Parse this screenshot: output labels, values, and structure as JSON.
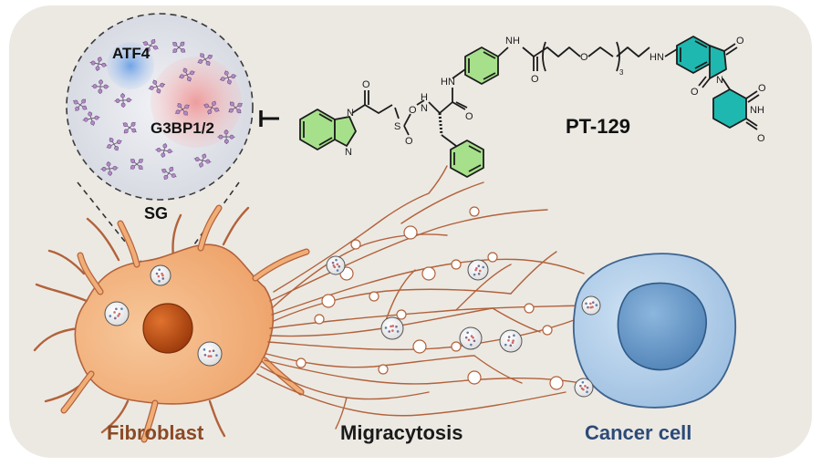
{
  "zoom_labels": {
    "atf4": "ATF4",
    "g3bp": "G3BP1/2",
    "sg": "SG"
  },
  "compound": {
    "name": "PT-129",
    "atoms": {
      "nh_top": "NH",
      "o_carbonyl_top": "O",
      "o_ether": "O",
      "repeat": "3",
      "hn_linker": "HN",
      "o_imide_top": "O",
      "o_imide_bottom": "O",
      "n_imide": "N",
      "o_glut_top": "O",
      "nh_glut": "NH",
      "o_glut_bottom": "O",
      "hn_amide": "HN",
      "o_amide": "O",
      "h_sulfonamide": "H",
      "n_sulfonamide": "N",
      "s": "S",
      "o_s_top": "O",
      "o_s_bottom": "O",
      "o_ketone": "O",
      "n_indazole_1": "N",
      "n_indazole_2": "N"
    }
  },
  "captions": {
    "fibroblast": "Fibroblast",
    "migracytosis": "Migracytosis",
    "cancer": "Cancer cell"
  },
  "colors": {
    "panel": "#ece9e3",
    "fibroblast_text": "#8b4a25",
    "migracytosis_text": "#1a1a1a",
    "cancer_text": "#2c4a78",
    "cell_fill": "#f3b784",
    "membrane": "#b2623a",
    "nucleus": "#b04712",
    "cancer_fill": "#aac9e6",
    "cancer_nucleus": "#5d8fc0",
    "bond": "#1c1c1c",
    "ring_fill": "#a6e08b",
    "imide_fill": "#1fb8b0"
  },
  "icons": {
    "inhibition": "inhibition-bar-icon",
    "vesicle": "migrasome-vesicle-icon"
  }
}
